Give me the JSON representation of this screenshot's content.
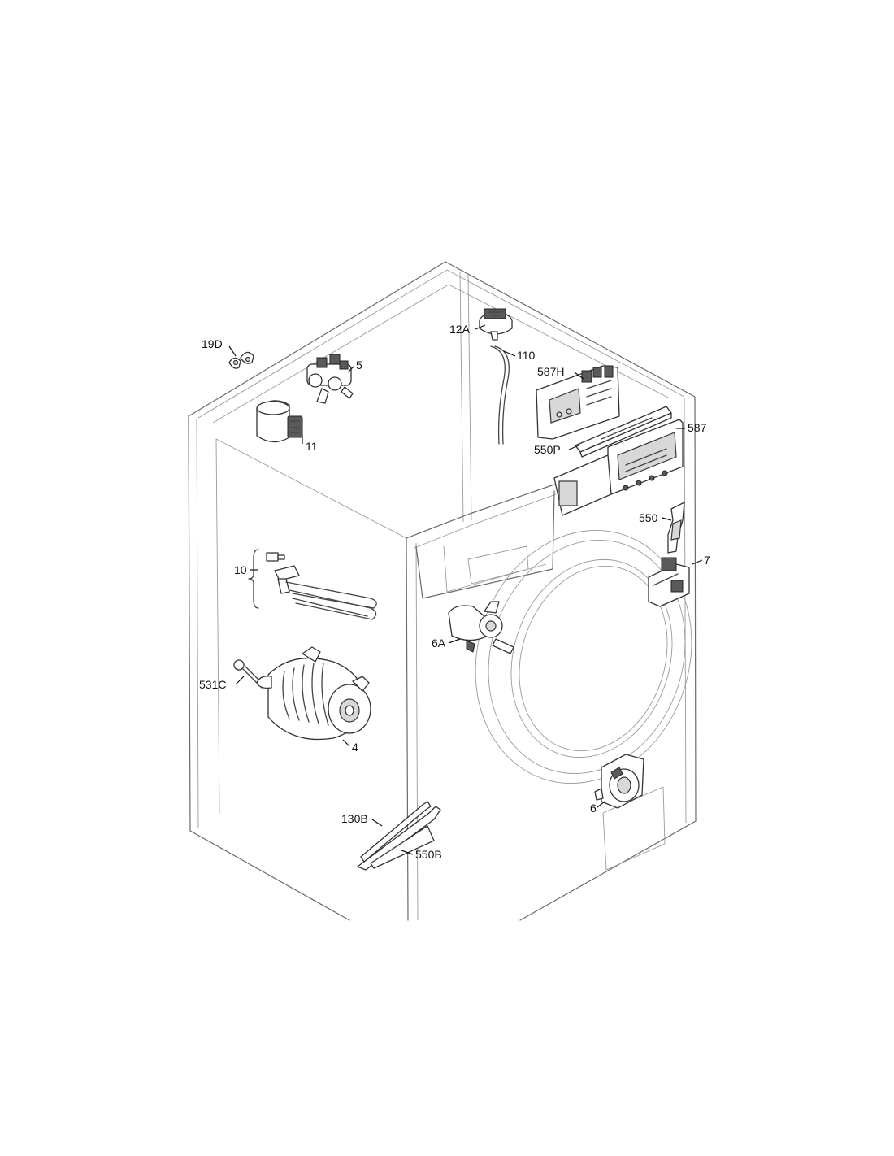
{
  "callouts": {
    "c19D": "19D",
    "c5": "5",
    "c11": "11",
    "c12A": "12A",
    "c110": "110",
    "c587H": "587H",
    "c587": "587",
    "c550P": "550P",
    "c550": "550",
    "c7": "7",
    "c10": "10",
    "c6A": "6A",
    "c531C": "531C",
    "c4": "4",
    "c6": "6",
    "c130B": "130B",
    "c550B": "550B"
  }
}
